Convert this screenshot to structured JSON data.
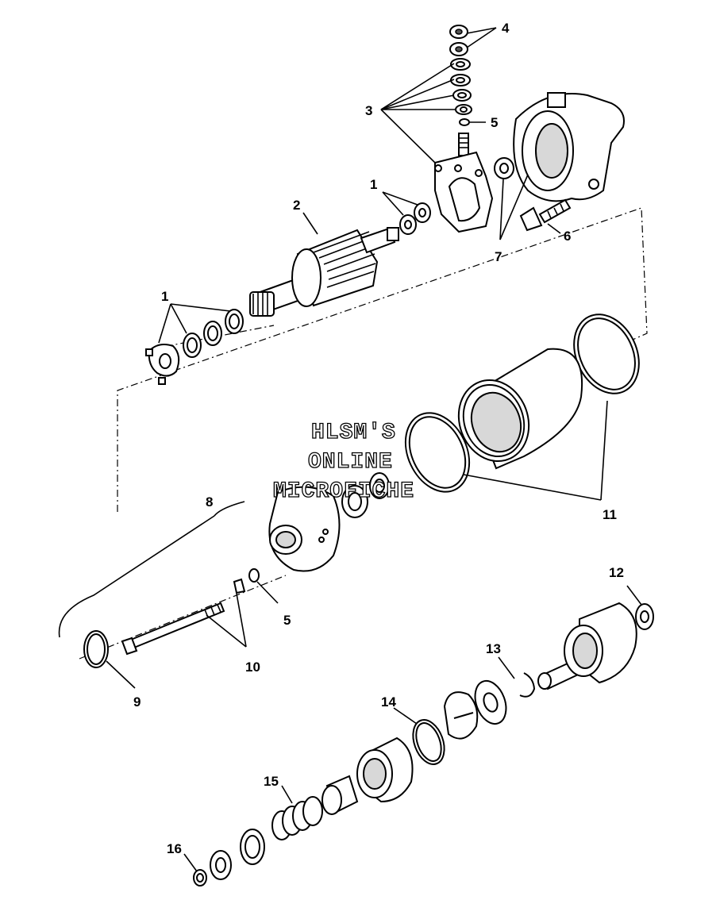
{
  "callouts": {
    "c1a": "1",
    "c1b": "1",
    "c2": "2",
    "c3": "3",
    "c4": "4",
    "c5a": "5",
    "c5b": "5",
    "c6": "6",
    "c7": "7",
    "c8": "8",
    "c9": "9",
    "c10": "10",
    "c11": "11",
    "c12": "12",
    "c13": "13",
    "c14": "14",
    "c15": "15",
    "c16": "16"
  },
  "watermark": {
    "line1": "HLSM'S",
    "line2": "ONLINE",
    "line3": "MICROFICHE"
  }
}
